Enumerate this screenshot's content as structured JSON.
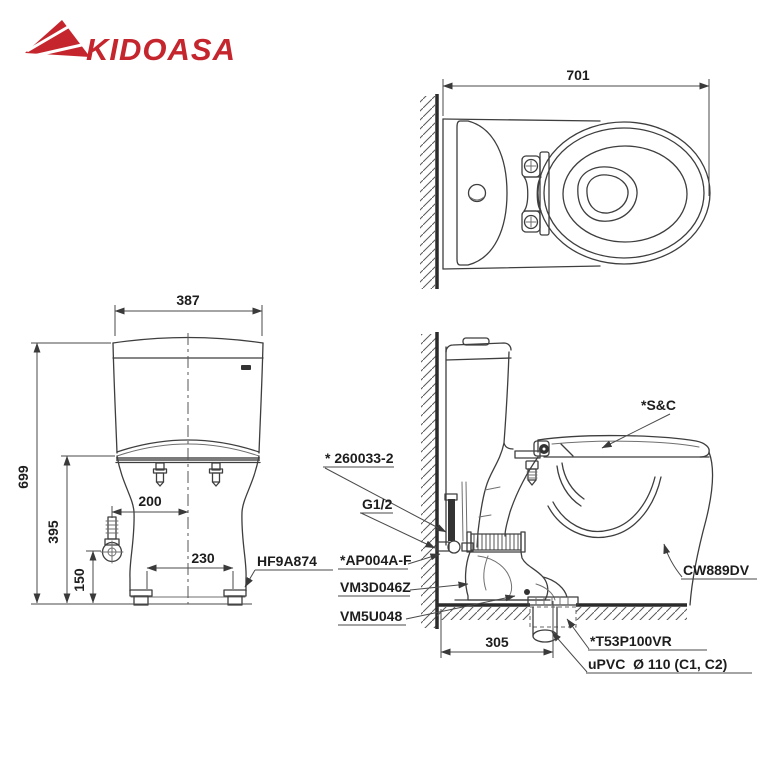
{
  "brand": {
    "name": "KIDOASA",
    "color": "#c5262e"
  },
  "drawing": {
    "line_color": "#3e3e3e",
    "background": "#ffffff"
  },
  "views": {
    "top": {
      "title": "plan-view",
      "dims": {
        "total_length": "701"
      }
    },
    "front": {
      "title": "front-view",
      "dims": {
        "tank_width": "387",
        "total_height": "699",
        "rim_height": "395",
        "inlet_height": "150",
        "inlet_offset": "200",
        "bolt_spacing": "230"
      },
      "parts": {
        "fixing_bolt": "HF9A874"
      }
    },
    "side": {
      "title": "side-view",
      "dims": {
        "outlet_offset": "305"
      },
      "parts": {
        "seat_cover": "*S&C",
        "supply_hose": "* 260033-2",
        "thread_size": "G1/2",
        "angle_valve": "*AP004A-F",
        "tank_gasket": "VM3D046Z",
        "floor_flange": "VM5U048",
        "bowl_model": "CW889DV",
        "drain_joint": "*T53P100VR",
        "drain_pipe": "uPVC  Ø 110 (C1, C2)"
      }
    }
  }
}
